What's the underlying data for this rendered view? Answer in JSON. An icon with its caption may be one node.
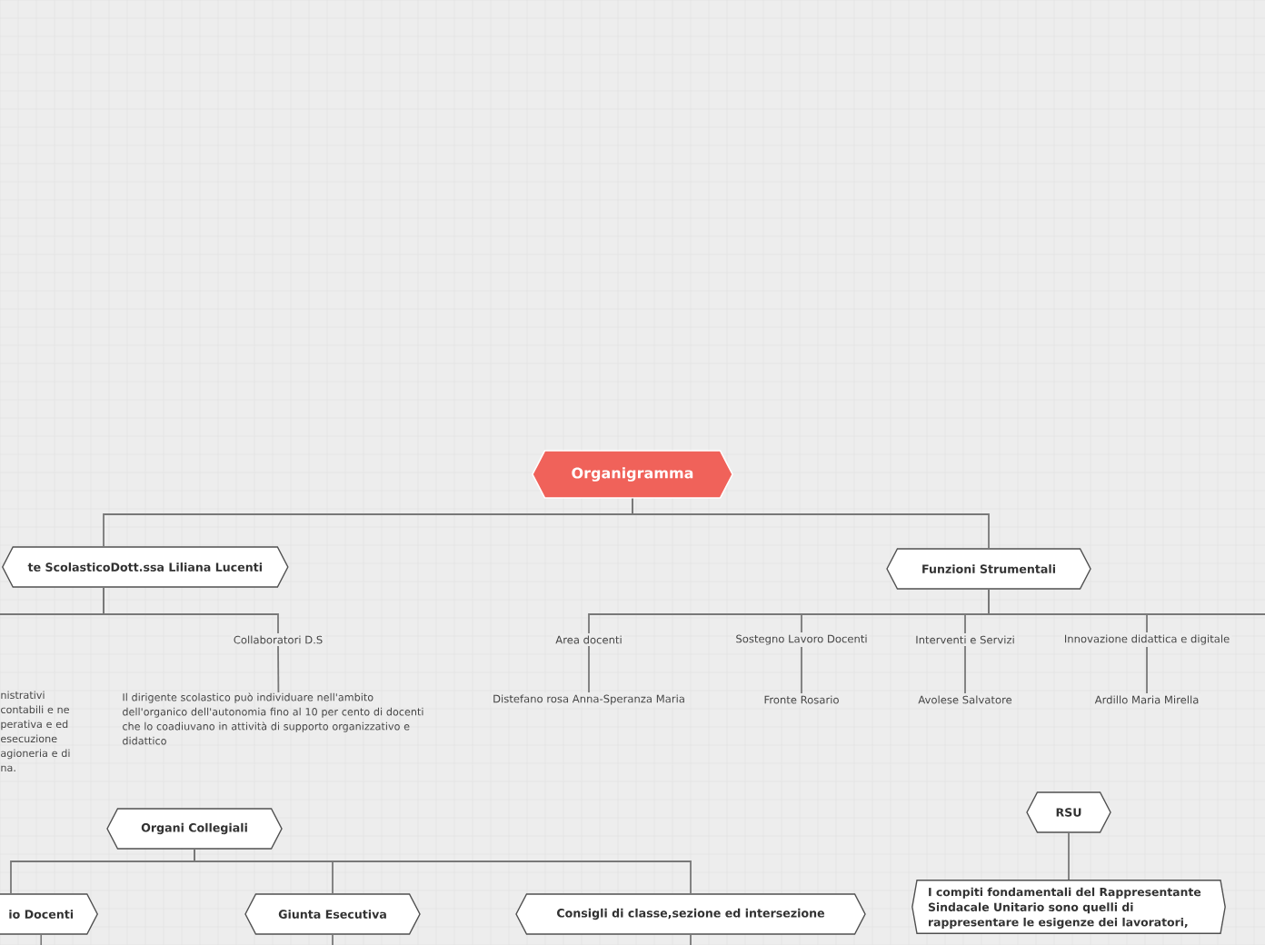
{
  "diagram": {
    "nodes": [
      {
        "text": [
          "Organigramma"
        ]
      },
      {
        "text": [
          "te ScolasticoDott.ssa Liliana Lucenti"
        ]
      },
      {
        "text": [
          "Funzioni Strumentali"
        ]
      },
      {
        "text": [
          "Collaboratori D.S"
        ]
      },
      {
        "text": [
          "Il dirigente scolastico può individuare nell'ambito dell'organico dell'autonomia fino al 10 per cento di docenti che lo coadiuvano in attività di supporto organizzativo e didattico"
        ]
      },
      {
        "text": [
          "Area docenti"
        ]
      },
      {
        "text": [
          "Sostegno Lavoro Docenti"
        ]
      },
      {
        "text": [
          "Interventi e Servizi"
        ]
      },
      {
        "text": [
          "Innovazione didattica e digitale"
        ]
      },
      {
        "text": [
          "Distefano rosa Anna-Speranza Maria"
        ]
      },
      {
        "text": [
          "Fronte Rosario"
        ]
      },
      {
        "text": [
          "Avolese Salvatore"
        ]
      },
      {
        "text": [
          "Ardillo Maria Mirella"
        ]
      },
      {
        "text": [
          "Organi Collegiali"
        ]
      },
      {
        "text": [
          "io Docenti"
        ]
      },
      {
        "text": [
          "Giunta Esecutiva"
        ]
      },
      {
        "text": [
          "Consigli di classe,sezione ed intersezione"
        ]
      },
      {
        "text": [
          "RSU"
        ]
      },
      {
        "text": [
          "I compiti fondamentali del Rappresentante Sindacale Unitario sono quelli di rappresentare le esigenze dei lavoratori,"
        ]
      }
    ],
    "edges": [
      {
        "from": 0,
        "to": 1,
        "arrow": "none"
      },
      {
        "from": 0,
        "to": 2,
        "arrow": "none"
      },
      {
        "from": 1,
        "to": null,
        "arrow": "none"
      },
      {
        "from": 1,
        "to": 3,
        "arrow": "none"
      },
      {
        "from": 3,
        "to": 4,
        "arrow": "none"
      },
      {
        "from": 2,
        "to": 5,
        "arrow": "none"
      },
      {
        "from": 2,
        "to": 6,
        "arrow": "none"
      },
      {
        "from": 2,
        "to": 7,
        "arrow": "none"
      },
      {
        "from": 2,
        "to": 8,
        "arrow": "none"
      },
      {
        "from": 2,
        "to": null,
        "arrow": "none"
      },
      {
        "from": 5,
        "to": 9,
        "arrow": "none"
      },
      {
        "from": 6,
        "to": 10,
        "arrow": "none"
      },
      {
        "from": 7,
        "to": 11,
        "arrow": "none"
      },
      {
        "from": 8,
        "to": 12,
        "arrow": "none"
      },
      {
        "from": 13,
        "to": 14,
        "arrow": "none"
      },
      {
        "from": 13,
        "to": 15,
        "arrow": "none"
      },
      {
        "from": 13,
        "to": 16,
        "arrow": "none"
      },
      {
        "from": 14,
        "to": null,
        "arrow": "none"
      },
      {
        "from": 15,
        "to": null,
        "arrow": "none"
      },
      {
        "from": 16,
        "to": null,
        "arrow": "none"
      },
      {
        "from": 17,
        "to": 18,
        "arrow": "none"
      }
    ],
    "labels": [
      "nistrativi contabili e ne perativa e ed esecuzione agioneria e di na."
    ]
  }
}
